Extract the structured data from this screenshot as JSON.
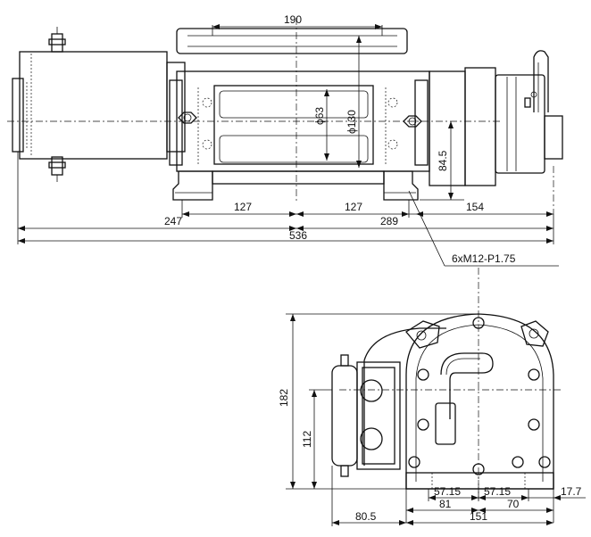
{
  "dimensions": {
    "top": {
      "length_190": "190",
      "dia_63": "ϕ63",
      "dia_130": "ϕ130",
      "height_84_5": "84.5",
      "pitch_127_a": "127",
      "pitch_127_b": "127",
      "offset_154": "154",
      "offset_247": "247",
      "offset_289": "289",
      "overall_536": "536",
      "bolt_callout": "6xM12-P1.75"
    },
    "side": {
      "height_182": "182",
      "height_112": "112",
      "spacing_57_15_a": "57.15",
      "spacing_57_15_b": "57.15",
      "offset_17_7": "17.7",
      "offset_81": "81",
      "offset_70": "70",
      "offset_80_5": "80.5",
      "width_151": "151"
    }
  }
}
